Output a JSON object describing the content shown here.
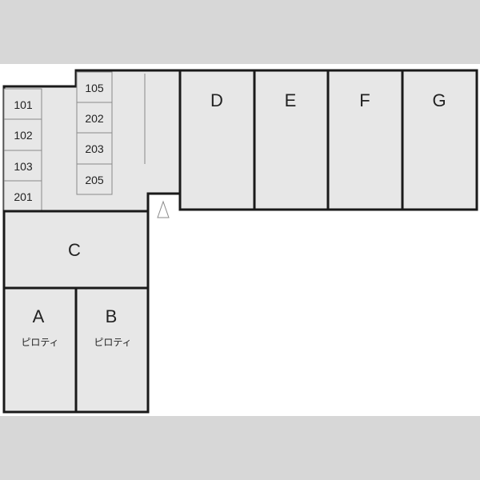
{
  "colors": {
    "band": "#d7d7d7",
    "paper": "#ffffff",
    "room_fill": "#e7e7e7",
    "wall": "#1a1a1a",
    "thin_line": "#8a8a8a"
  },
  "plan": {
    "slots_left": [
      "101",
      "102",
      "103",
      "201"
    ],
    "slots_center": [
      "105",
      "202",
      "203",
      "205"
    ],
    "big_rooms": [
      "D",
      "E",
      "F",
      "G"
    ],
    "room_c": "C",
    "room_a": {
      "label": "A",
      "note": "ピロティ"
    },
    "room_b": {
      "label": "B",
      "note": "ピロティ"
    }
  }
}
